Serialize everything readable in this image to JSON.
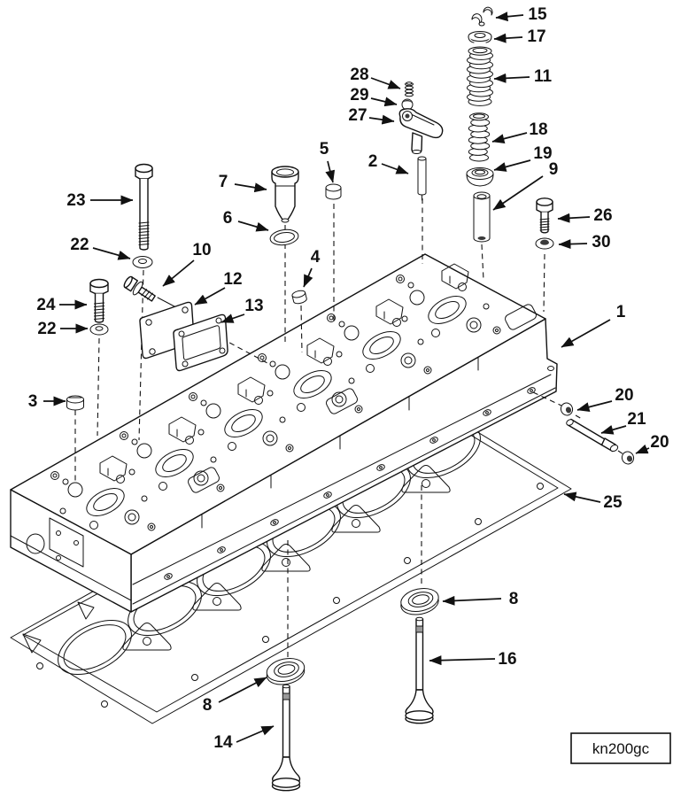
{
  "figure": {
    "code": "kn200gc",
    "type": "exploded-parts-diagram",
    "subject": "cylinder head assembly"
  },
  "colors": {
    "ink": "#111111",
    "paper": "#ffffff"
  },
  "callouts": {
    "n1": "1",
    "n2": "2",
    "n3": "3",
    "n4": "4",
    "n5": "5",
    "n6": "6",
    "n7": "7",
    "n8a": "8",
    "n8b": "8",
    "n9": "9",
    "n10": "10",
    "n11": "11",
    "n12": "12",
    "n13": "13",
    "n14": "14",
    "n15": "15",
    "n16": "16",
    "n17": "17",
    "n18": "18",
    "n19": "19",
    "n20a": "20",
    "n20b": "20",
    "n21": "21",
    "n22a": "22",
    "n22b": "22",
    "n23": "23",
    "n24": "24",
    "n25": "25",
    "n26": "26",
    "n27": "27",
    "n28": "28",
    "n29": "29",
    "n30": "30"
  }
}
